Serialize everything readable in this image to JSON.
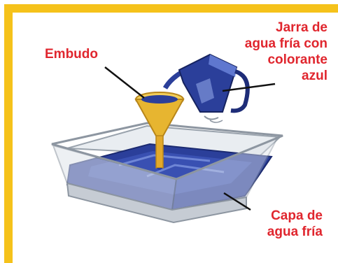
{
  "labels": {
    "funnel": "Embudo",
    "jug": [
      "Jarra de",
      "agua fría con",
      "colorante",
      "azul"
    ],
    "layer": [
      "Capa de",
      "agua fría"
    ]
  },
  "colors": {
    "border": "#f5c21b",
    "label_text": "#e0262e",
    "blue_water": "#2b3f9a",
    "funnel_gold": "#e7b530",
    "glass": "#c9d0d8"
  }
}
